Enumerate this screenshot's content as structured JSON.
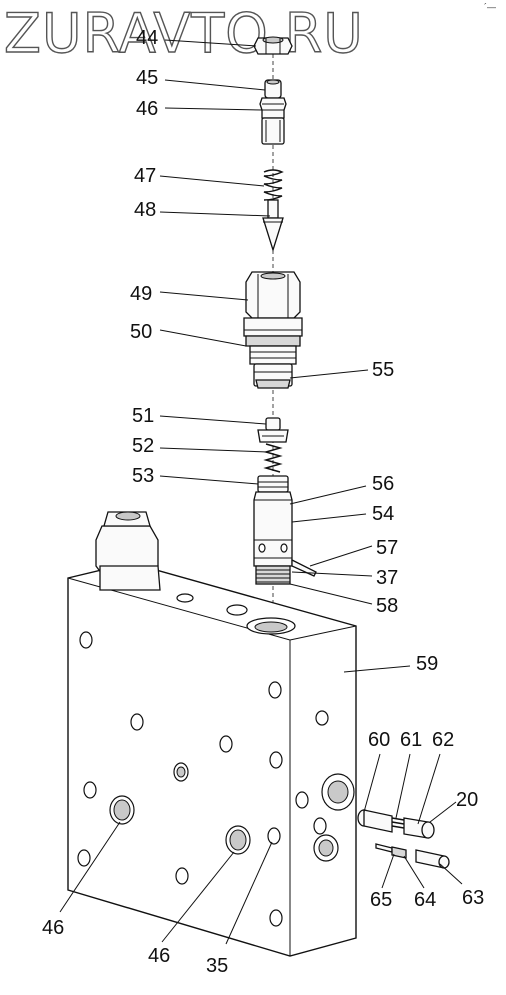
{
  "watermark": "ZURAVTO.RU",
  "corner_mark": "´—",
  "labels": [
    "44",
    "45",
    "46",
    "47",
    "48",
    "49",
    "50",
    "55",
    "51",
    "52",
    "53",
    "56",
    "54",
    "57",
    "37",
    "58",
    "59",
    "60",
    "61",
    "62",
    "20",
    "65",
    "64",
    "63",
    "46",
    "46",
    "35"
  ]
}
